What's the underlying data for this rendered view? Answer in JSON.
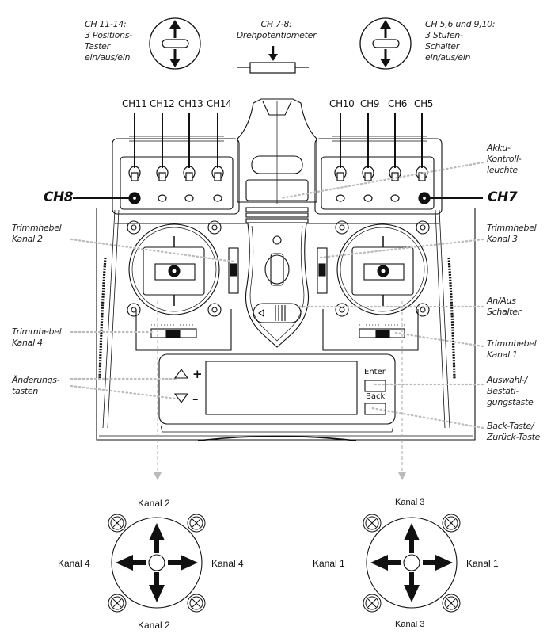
{
  "legend": {
    "switch3pos": {
      "title": "CH 11-14:",
      "text": "3 Positions-\nTaster\nein/aus/ein"
    },
    "poti": {
      "title": "CH 7-8:",
      "text": "Drehpotentiometer"
    },
    "switch3step": {
      "title": "CH 5,6 und 9,10:",
      "text": "3 Stufen-\nSchalter\nein/aus/ein"
    }
  },
  "channels": {
    "left_switches": [
      "CH11",
      "CH12",
      "CH13",
      "CH14"
    ],
    "right_switches": [
      "CH10",
      "CH9",
      "CH6",
      "CH5"
    ],
    "left_knob": "CH8",
    "right_knob": "CH7"
  },
  "callouts": {
    "left": [
      {
        "id": "trim-ch2",
        "text": "Trimmhebel\nKanal 2"
      },
      {
        "id": "trim-ch4",
        "text": "Trimmhebel\nKanal 4"
      },
      {
        "id": "change-keys",
        "text": "Änderungs-\ntasten"
      }
    ],
    "right": [
      {
        "id": "battery-led",
        "text": "Akku-\nKontroll-\nleuchte"
      },
      {
        "id": "trim-ch3",
        "text": "Trimmhebel\nKanal 3"
      },
      {
        "id": "power-switch",
        "text": "An/Aus\nSchalter"
      },
      {
        "id": "trim-ch1",
        "text": "Trimmhebel\nKanal 1"
      },
      {
        "id": "enter-key",
        "text": "Auswahl-/\nBestäti-\ngungstaste"
      },
      {
        "id": "back-key",
        "text": "Back-Taste/\nZurück-Taste"
      }
    ]
  },
  "panel": {
    "plus": "+",
    "minus": "–",
    "enter": "Enter",
    "back": "Back"
  },
  "sticks": {
    "left": {
      "top": "Kanal 2",
      "bottom": "Kanal 2",
      "left": "Kanal 4",
      "right": "Kanal 4"
    },
    "right": {
      "top": "Kanal 3",
      "bottom": "Kanal 3",
      "left": "Kanal 1",
      "right": "Kanal 1"
    }
  },
  "colors": {
    "line": "#111111",
    "dotted": "#bbbbbb",
    "dashed": "#aaaaaa"
  }
}
